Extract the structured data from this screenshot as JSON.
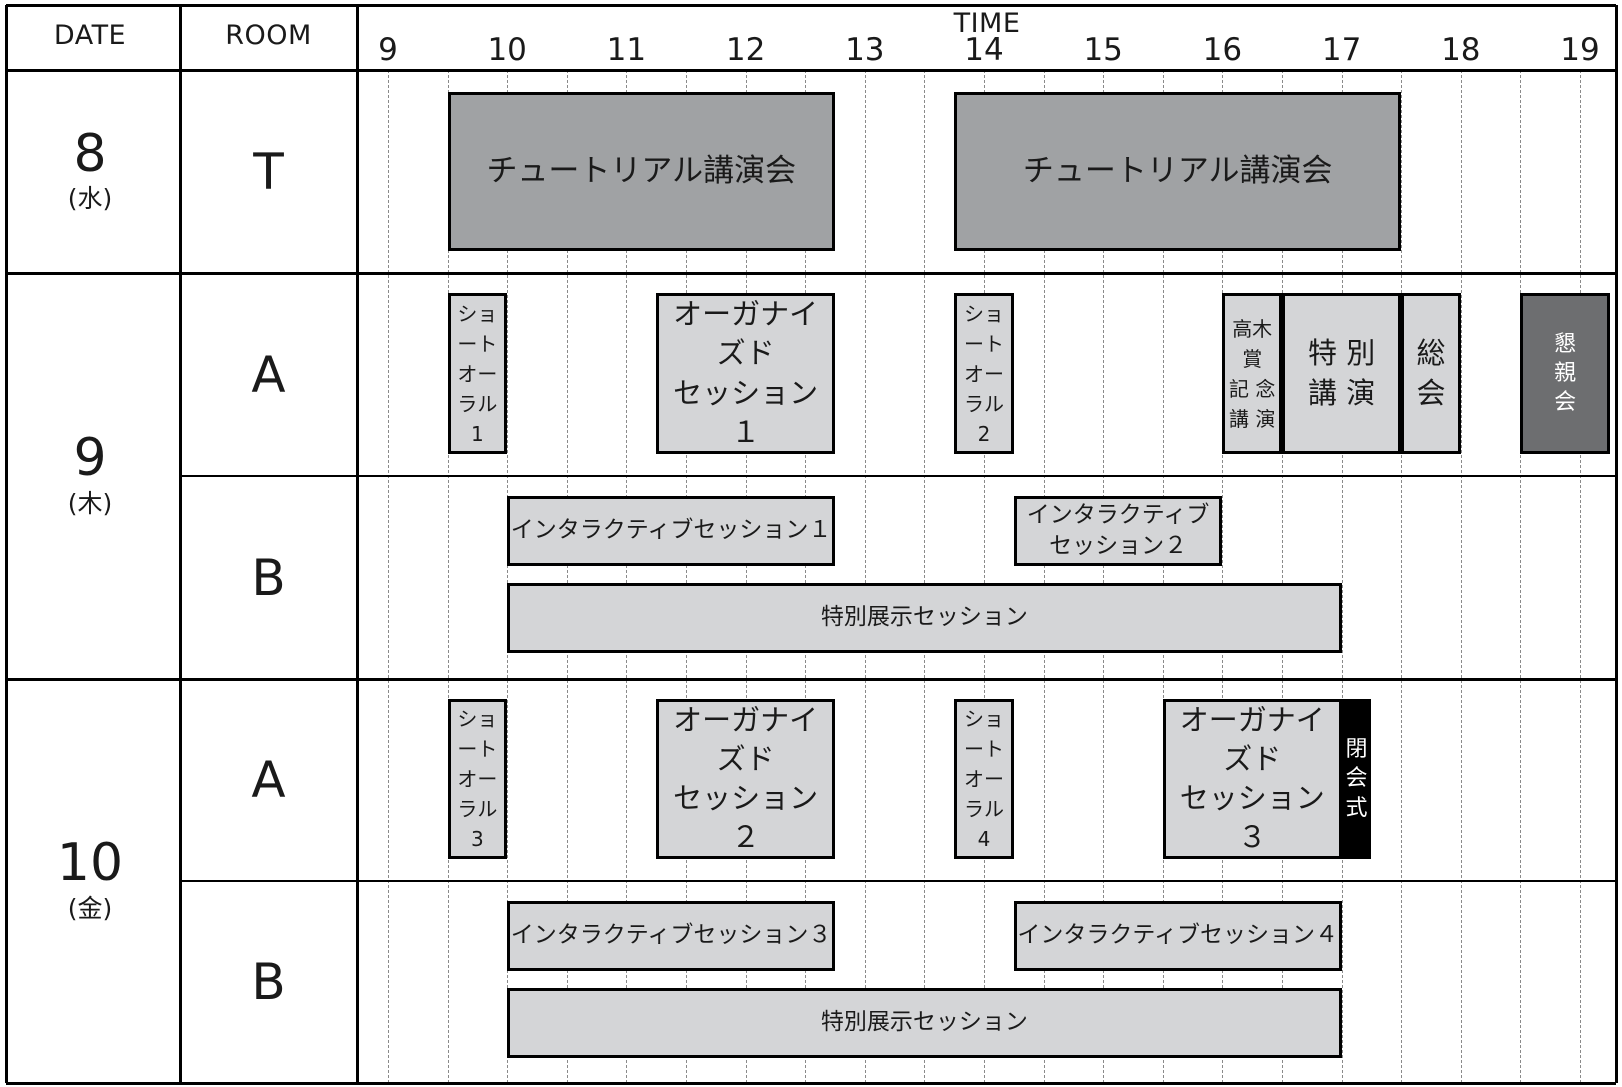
{
  "header": {
    "date": "DATE",
    "room": "ROOM",
    "time": "TIME",
    "hours": [
      "9",
      "10",
      "11",
      "12",
      "13",
      "14",
      "15",
      "16",
      "17",
      "18",
      "19"
    ]
  },
  "days": [
    {
      "day": "8",
      "weekday": "(水)",
      "rooms": [
        {
          "room": "T",
          "events": [
            {
              "id": "t1",
              "lines": [
                "チュートリアル講演会"
              ],
              "start": 9.5,
              "end": 12.75,
              "style": "dark"
            },
            {
              "id": "t2",
              "lines": [
                "チュートリアル講演会"
              ],
              "start": 13.75,
              "end": 17.5,
              "style": "dark"
            }
          ]
        }
      ]
    },
    {
      "day": "9",
      "weekday": "(木)",
      "rooms": [
        {
          "room": "A",
          "events": [
            {
              "id": "a1",
              "lines": [
                "ショート",
                "オーラル",
                "1"
              ],
              "start": 9.5,
              "end": 10.0,
              "style": "narrow"
            },
            {
              "id": "a2",
              "lines": [
                "オーガナイズド",
                "セッション１"
              ],
              "start": 11.25,
              "end": 12.75,
              "style": "light"
            },
            {
              "id": "a3",
              "lines": [
                "ショート",
                "オーラル",
                "2"
              ],
              "start": 13.75,
              "end": 14.25,
              "style": "narrow"
            },
            {
              "id": "a4",
              "lines": [
                "高木賞",
                "記 念",
                "講 演"
              ],
              "start": 16.0,
              "end": 16.5,
              "style": "narrow"
            },
            {
              "id": "a5",
              "lines": [
                "特 別",
                "講 演"
              ],
              "start": 16.5,
              "end": 17.5,
              "style": "light"
            },
            {
              "id": "a6",
              "lines": [
                "総",
                "会"
              ],
              "start": 17.5,
              "end": 18.0,
              "style": "light"
            },
            {
              "id": "a7",
              "lines": [
                "懇",
                "親",
                "会"
              ],
              "start": 18.5,
              "end": 19.25,
              "style": "party"
            }
          ]
        },
        {
          "room": "B",
          "events": [
            {
              "id": "b1",
              "lines": [
                "インタラクティブセッション１"
              ],
              "start": 10.0,
              "end": 12.75,
              "style": "bar-top"
            },
            {
              "id": "b2",
              "lines": [
                "インタラクティブセッション２"
              ],
              "start": 14.25,
              "end": 16.0,
              "style": "bar-top"
            },
            {
              "id": "b3",
              "lines": [
                "特別展示セッション"
              ],
              "start": 10.0,
              "end": 17.0,
              "style": "bar-bottom"
            }
          ]
        }
      ]
    },
    {
      "day": "10",
      "weekday": "(金)",
      "rooms": [
        {
          "room": "A",
          "events": [
            {
              "id": "c1",
              "lines": [
                "ショート",
                "オーラル",
                "3"
              ],
              "start": 9.5,
              "end": 10.0,
              "style": "narrow"
            },
            {
              "id": "c2",
              "lines": [
                "オーガナイズド",
                "セッション２"
              ],
              "start": 11.25,
              "end": 12.75,
              "style": "light"
            },
            {
              "id": "c3",
              "lines": [
                "ショート",
                "オーラル",
                "4"
              ],
              "start": 13.75,
              "end": 14.25,
              "style": "narrow"
            },
            {
              "id": "c4",
              "lines": [
                "オーガナイズド",
                "セッション３"
              ],
              "start": 15.5,
              "end": 17.0,
              "style": "light"
            },
            {
              "id": "c5",
              "lines": [
                "閉",
                "会",
                "式"
              ],
              "start": 17.0,
              "end": 17.25,
              "style": "black"
            }
          ]
        },
        {
          "room": "B",
          "events": [
            {
              "id": "d1",
              "lines": [
                "インタラクティブセッション３"
              ],
              "start": 10.0,
              "end": 12.75,
              "style": "bar-top"
            },
            {
              "id": "d2",
              "lines": [
                "インタラクティブセッション４"
              ],
              "start": 14.25,
              "end": 17.0,
              "style": "bar-top"
            },
            {
              "id": "d3",
              "lines": [
                "特別展示セッション"
              ],
              "start": 10.0,
              "end": 17.0,
              "style": "bar-bottom"
            }
          ]
        }
      ]
    }
  ]
}
